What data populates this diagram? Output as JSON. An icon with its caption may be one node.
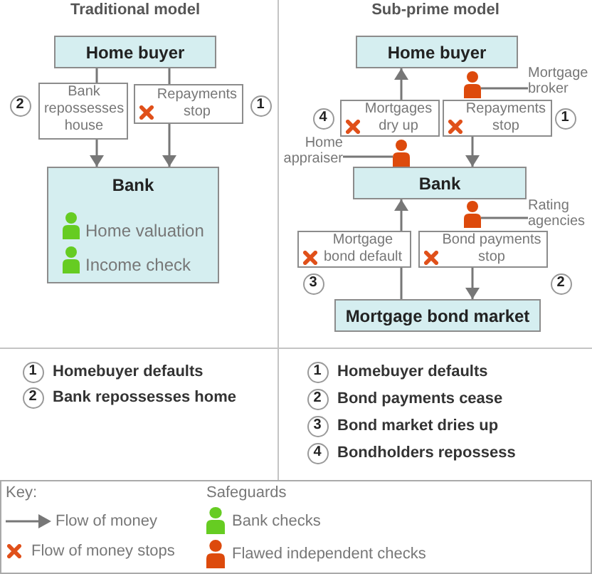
{
  "diagram": {
    "nodes": [
      {
        "text": [
          "Home buyer"
        ]
      },
      {
        "text": [
          "Bank repossesses house"
        ],
        "beside": [
          "2"
        ]
      },
      {
        "text": [
          "Repayments stop"
        ],
        "beside": [
          "1"
        ]
      },
      {
        "text": [
          "Bank",
          "Home valuation",
          "Income check"
        ]
      },
      {
        "text": [
          "Home buyer"
        ]
      },
      {
        "text": [],
        "shape": "person"
      },
      {
        "text": [
          "Mortgage broker"
        ]
      },
      {
        "text": [
          "Mortgages dry up"
        ],
        "beside": [
          "4"
        ]
      },
      {
        "text": [
          "Repayments stop"
        ],
        "beside": [
          "1"
        ]
      },
      {
        "text": [
          "Home appraiser"
        ]
      },
      {
        "text": [],
        "shape": "person"
      },
      {
        "text": [
          "Bank"
        ]
      },
      {
        "text": [],
        "shape": "person"
      },
      {
        "text": [
          "Rating agencies"
        ]
      },
      {
        "text": [
          "Mortgage bond default"
        ],
        "beside": [
          "3"
        ]
      },
      {
        "text": [
          "Bond payments stop"
        ],
        "beside": [
          "2"
        ]
      },
      {
        "text": [
          "Mortgage bond market"
        ]
      }
    ],
    "edges": [
      {
        "from": 0,
        "to": 1,
        "arrow": "none"
      },
      {
        "from": 1,
        "to": 3,
        "arrow": "to"
      },
      {
        "from": 0,
        "to": 2,
        "arrow": "none"
      },
      {
        "from": 2,
        "to": 3,
        "arrow": "to"
      },
      {
        "from": 7,
        "to": 4,
        "arrow": "to"
      },
      {
        "from": 8,
        "to": 11,
        "arrow": "to"
      },
      {
        "from": 16,
        "to": 14,
        "arrow": "none"
      },
      {
        "from": 14,
        "to": 11,
        "arrow": "to"
      },
      {
        "from": 15,
        "to": 16,
        "arrow": "to"
      },
      {
        "from": 6,
        "to": 5,
        "arrow": "none"
      },
      {
        "from": 9,
        "to": 10,
        "arrow": "none"
      },
      {
        "from": 13,
        "to": 12,
        "arrow": "none"
      }
    ],
    "labels": [
      "Traditional model",
      "Sub-prime model",
      "1",
      "Homebuyer defaults",
      "2",
      "Bank repossesses home",
      "1",
      "Homebuyer defaults",
      "2",
      "Bond payments cease",
      "3",
      "Bond market dries up",
      "4",
      "Bondholders repossess",
      "Key:",
      "Safeguards"
    ],
    "legend": [
      {
        "text": "Flow of money"
      },
      {
        "text": "Flow of money stops"
      },
      {
        "text": "Bank checks",
        "color": "#66cc22"
      },
      {
        "text": "Flawed independent checks",
        "color": "#dd4a0c"
      }
    ]
  }
}
